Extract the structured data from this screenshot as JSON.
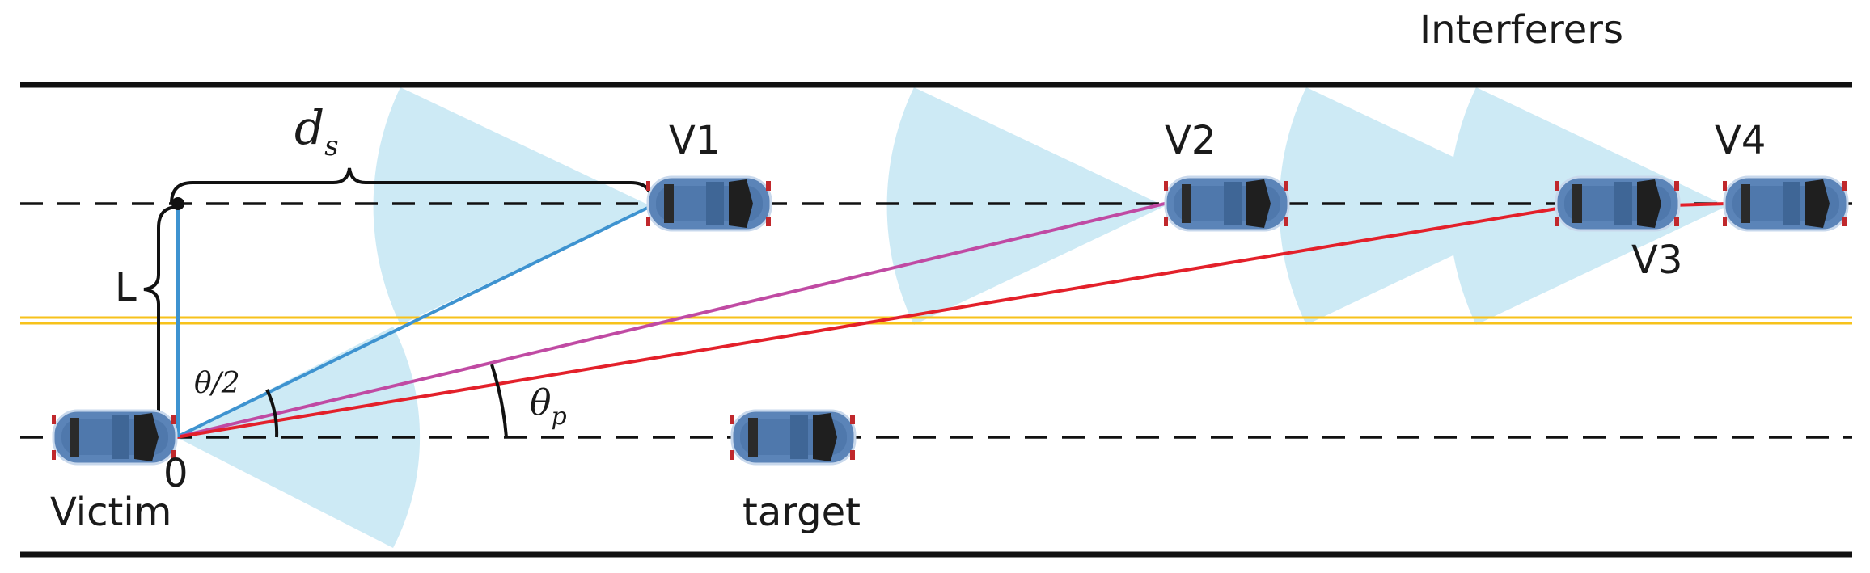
{
  "title": "Interferers",
  "labels": {
    "v1": "V1",
    "v2": "V2",
    "v3": "V3",
    "v4": "V4",
    "victim": "Victim",
    "target": "target",
    "origin": "0",
    "lane_width": "L",
    "spacing_symbol": "d",
    "spacing_sub": "s",
    "half_angle": "θ/2",
    "theta": "θ",
    "theta_sub": "p"
  },
  "colors": {
    "beam": "#cdeaf5",
    "car_body": "#5b84b8",
    "lane_yellow": "#f7c21b",
    "line_v1": "#3e93d0",
    "line_v2": "#c04aa3",
    "line_v3v4": "#e3202a"
  }
}
